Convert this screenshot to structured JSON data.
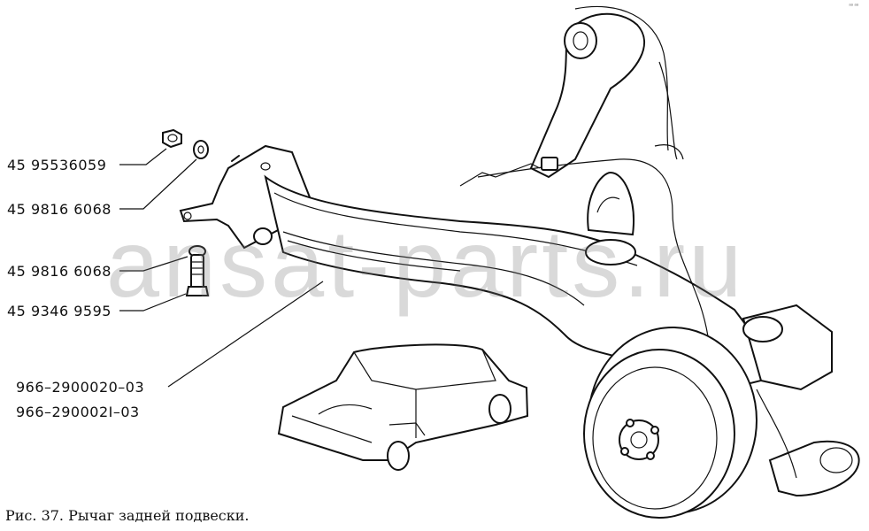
{
  "figure": {
    "caption": "Рис. 37. Рычаг задней подвески.",
    "corner_mark": "ᵃᵃ ᵃᵃ",
    "watermark": "ansat-parts.ru"
  },
  "labels": [
    {
      "id": "nut",
      "text": "45 95536059"
    },
    {
      "id": "washer",
      "text": "45 9816 6068"
    },
    {
      "id": "washer2",
      "text": "45 9816 6068"
    },
    {
      "id": "bolt",
      "text": "45 9346 9595"
    },
    {
      "id": "arm1",
      "text": "966–2900020–03"
    },
    {
      "id": "arm2",
      "text": "966–290002I–03"
    }
  ]
}
